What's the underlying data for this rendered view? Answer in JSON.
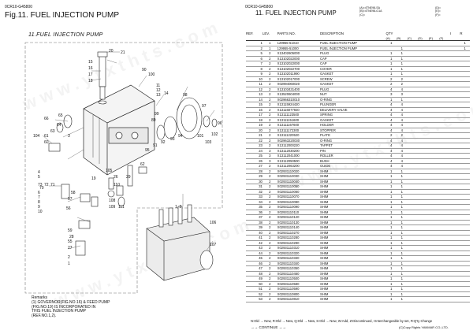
{
  "header": {
    "doc_no_left": "0CR10-G45800",
    "figure_title": "Fig.11.  FUEL INJECTION PUMP",
    "doc_no_right": "0CR10-G45800",
    "section_title": "11.  FUEL INJECTION PUMP",
    "variant_a": "(A)=4TNE98-SA",
    "variant_b": "(B)=4TNE98-G1A",
    "variant_c": "(C)=",
    "variant_d": "(D)=",
    "variant_e": "(E)=",
    "variant_f": "(F)="
  },
  "diagram": {
    "title": "11.FUEL INJECTION PUMP",
    "callouts": [
      "21",
      "20",
      "15",
      "16",
      "17",
      "18",
      "100",
      "90",
      "11",
      "12",
      "13",
      "14",
      "99",
      "89",
      "98",
      "97",
      "96",
      "65",
      "66",
      "64",
      "63",
      "61",
      "60",
      "104",
      "103",
      "102",
      "101",
      "94",
      "93",
      "92",
      "91",
      "95",
      "73",
      "72",
      "71",
      "70",
      "105",
      "108",
      "109",
      "110",
      "111",
      "62",
      "58",
      "57",
      "56",
      "59",
      "28",
      "55",
      "27",
      "2",
      "1",
      "1, 2",
      "106",
      "107",
      "19",
      "4",
      "5",
      "6",
      "7",
      "8",
      "9",
      "10",
      "3",
      "26",
      "29"
    ],
    "remarks": [
      "Remarks",
      "(1) GOVERNOR(FIG.NO.16) & FEED PUMP",
      "(FIG.NO.19) IS INCORPORATED IN",
      "THIS FUEL INJECTION PUMP",
      "(REF.NO.1,2)."
    ]
  },
  "table": {
    "headers": {
      "ref": "REF.",
      "lev": "LEV.",
      "parts": "PARTS NO.",
      "desc": "DESCRIPTION",
      "qty": "QTY",
      "i": "I",
      "r": "R"
    },
    "qty_cols": [
      "(A)",
      "(B)",
      "(C)",
      "(D)",
      "(E)",
      "(F)"
    ],
    "rows": [
      {
        "ref": "1",
        "lev": "1",
        "part": "129955-51010",
        "desc": "FUEL INJECTION PUMP",
        "a": "1",
        "b": "",
        "r": "1"
      },
      {
        "ref": "2",
        "lev": "1",
        "part": "129955-51000",
        "desc": "FUEL INJECTION PUMP",
        "a": "",
        "b": "1",
        "r": "1"
      },
      {
        "ref": "5",
        "lev": "2",
        "part": "X13402605000",
        "desc": "PLUG",
        "a": "1",
        "b": "1",
        "r": ""
      },
      {
        "ref": "6",
        "lev": "2",
        "part": "X13102022000",
        "desc": "CAP",
        "a": "1",
        "b": "1",
        "r": ""
      },
      {
        "ref": "7",
        "lev": "2",
        "part": "X13102022000",
        "desc": "CAP",
        "a": "1",
        "b": "1",
        "r": ""
      },
      {
        "ref": "8",
        "lev": "2",
        "part": "X13102022700",
        "desc": "COVER",
        "a": "1",
        "b": "1",
        "r": ""
      },
      {
        "ref": "9",
        "lev": "2",
        "part": "X13102011990",
        "desc": "GASKET",
        "a": "1",
        "b": "1",
        "r": ""
      },
      {
        "ref": "10",
        "lev": "2",
        "part": "X13102017000",
        "desc": "SCREW",
        "a": "2",
        "b": "2",
        "r": ""
      },
      {
        "ref": "11",
        "lev": "2",
        "part": "X02994060020",
        "desc": "GASKET",
        "a": "2",
        "b": "2",
        "r": ""
      },
      {
        "ref": "12",
        "lev": "2",
        "part": "X13103431400",
        "desc": "PLUG",
        "a": "4",
        "b": "4",
        "r": ""
      },
      {
        "ref": "13",
        "lev": "2",
        "part": "X13520604000",
        "desc": "NUT",
        "a": "3",
        "b": "3",
        "r": ""
      },
      {
        "ref": "14",
        "lev": "2",
        "part": "X02966310010",
        "desc": "O-RING",
        "a": "1",
        "b": "1",
        "r": ""
      },
      {
        "ref": "15",
        "lev": "2",
        "part": "X13115924420",
        "desc": "PLUNGER",
        "a": "4",
        "b": "4",
        "r": ""
      },
      {
        "ref": "16",
        "lev": "2",
        "part": "X13116077920",
        "desc": "DELIVERY VALVE",
        "a": "4",
        "b": "4",
        "r": ""
      },
      {
        "ref": "17",
        "lev": "2",
        "part": "X13111123500",
        "desc": "SPRING",
        "a": "4",
        "b": "4",
        "r": ""
      },
      {
        "ref": "18",
        "lev": "2",
        "part": "X13111151600",
        "desc": "GASKET",
        "a": "4",
        "b": "4",
        "r": ""
      },
      {
        "ref": "19",
        "lev": "2",
        "part": "X13111167600",
        "desc": "HOLDER",
        "a": "4",
        "b": "4",
        "r": ""
      },
      {
        "ref": "20",
        "lev": "2",
        "part": "X13111172300",
        "desc": "STOPPER",
        "a": "4",
        "b": "4",
        "r": ""
      },
      {
        "ref": "21",
        "lev": "2",
        "part": "X13111220520",
        "desc": "PLATE",
        "a": "2",
        "b": "2",
        "r": ""
      },
      {
        "ref": "22",
        "lev": "2",
        "part": "X02963220030",
        "desc": "O-RING",
        "a": "4",
        "b": "4",
        "r": ""
      },
      {
        "ref": "23",
        "lev": "2",
        "part": "X13112000220",
        "desc": "TAPPET",
        "a": "4",
        "b": "4",
        "r": ""
      },
      {
        "ref": "24",
        "lev": "3",
        "part": "X13112030200",
        "desc": "PIN",
        "a": "4",
        "b": "4",
        "r": ""
      },
      {
        "ref": "25",
        "lev": "3",
        "part": "X13112041000",
        "desc": "ROLLER",
        "a": "4",
        "b": "4",
        "r": ""
      },
      {
        "ref": "26",
        "lev": "3",
        "part": "X13112050500",
        "desc": "BUSH",
        "a": "4",
        "b": "4",
        "r": ""
      },
      {
        "ref": "27",
        "lev": "2",
        "part": "X13112063200",
        "desc": "GUIDE",
        "a": "4",
        "b": "4",
        "r": ""
      },
      {
        "ref": "28",
        "lev": "2",
        "part": "X02931110020",
        "desc": "SHIM",
        "a": "1",
        "b": "1",
        "r": ""
      },
      {
        "ref": "29",
        "lev": "2",
        "part": "X02931110030",
        "desc": "SHIM",
        "a": "1",
        "b": "1",
        "r": ""
      },
      {
        "ref": "30",
        "lev": "2",
        "part": "X02931110040",
        "desc": "SHIM",
        "a": "1",
        "b": "1",
        "r": ""
      },
      {
        "ref": "31",
        "lev": "2",
        "part": "X02931110050",
        "desc": "SHIM",
        "a": "1",
        "b": "1",
        "r": ""
      },
      {
        "ref": "32",
        "lev": "2",
        "part": "X02931110060",
        "desc": "SHIM",
        "a": "1",
        "b": "1",
        "r": ""
      },
      {
        "ref": "33",
        "lev": "2",
        "part": "X02931110070",
        "desc": "SHIM",
        "a": "1",
        "b": "1",
        "r": ""
      },
      {
        "ref": "34",
        "lev": "2",
        "part": "X02931110080",
        "desc": "SHIM",
        "a": "1",
        "b": "1",
        "r": ""
      },
      {
        "ref": "35",
        "lev": "2",
        "part": "X02931110090",
        "desc": "SHIM",
        "a": "1",
        "b": "1",
        "r": ""
      },
      {
        "ref": "36",
        "lev": "2",
        "part": "X02931110110",
        "desc": "SHIM",
        "a": "1",
        "b": "1",
        "r": ""
      },
      {
        "ref": "37",
        "lev": "2",
        "part": "X02931110120",
        "desc": "SHIM",
        "a": "1",
        "b": "1",
        "r": ""
      },
      {
        "ref": "38",
        "lev": "2",
        "part": "X02931110130",
        "desc": "SHIM",
        "a": "1",
        "b": "1",
        "r": ""
      },
      {
        "ref": "39",
        "lev": "2",
        "part": "X02931110140",
        "desc": "SHIM",
        "a": "1",
        "b": "1",
        "r": ""
      },
      {
        "ref": "40",
        "lev": "2",
        "part": "X02931110270",
        "desc": "SHIM",
        "a": "1",
        "b": "1",
        "r": ""
      },
      {
        "ref": "41",
        "lev": "2",
        "part": "X02931110280",
        "desc": "SHIM",
        "a": "1",
        "b": "1",
        "r": ""
      },
      {
        "ref": "42",
        "lev": "2",
        "part": "X02931110290",
        "desc": "SHIM",
        "a": "1",
        "b": "1",
        "r": ""
      },
      {
        "ref": "43",
        "lev": "2",
        "part": "X02931110310",
        "desc": "SHIM",
        "a": "1",
        "b": "1",
        "r": ""
      },
      {
        "ref": "44",
        "lev": "2",
        "part": "X02931110320",
        "desc": "SHIM",
        "a": "1",
        "b": "1",
        "r": ""
      },
      {
        "ref": "45",
        "lev": "2",
        "part": "X02931110330",
        "desc": "SHIM",
        "a": "1",
        "b": "1",
        "r": ""
      },
      {
        "ref": "46",
        "lev": "2",
        "part": "X02931110340",
        "desc": "SHIM",
        "a": "1",
        "b": "1",
        "r": ""
      },
      {
        "ref": "47",
        "lev": "2",
        "part": "X02931110350",
        "desc": "SHIM",
        "a": "1",
        "b": "1",
        "r": ""
      },
      {
        "ref": "48",
        "lev": "2",
        "part": "X02931110460",
        "desc": "SHIM",
        "a": "1",
        "b": "1",
        "r": ""
      },
      {
        "ref": "49",
        "lev": "2",
        "part": "X02931110500",
        "desc": "SHIM",
        "a": "1",
        "b": "1",
        "r": ""
      },
      {
        "ref": "50",
        "lev": "2",
        "part": "X02931110580",
        "desc": "SHIM",
        "a": "1",
        "b": "1",
        "r": ""
      },
      {
        "ref": "51",
        "lev": "2",
        "part": "X02931110590",
        "desc": "SHIM",
        "a": "1",
        "b": "1",
        "r": ""
      },
      {
        "ref": "52",
        "lev": "2",
        "part": "X02931110800",
        "desc": "SHIM",
        "a": "1",
        "b": "1",
        "r": ""
      },
      {
        "ref": "53",
        "lev": "2",
        "part": "X02931110810",
        "desc": "SHIM",
        "a": "1",
        "b": "1",
        "r": ""
      }
    ]
  },
  "footer": {
    "legend": "N:Old → New, R:Old → New, Q:Old → New, S:Old → New, W:Add, Z:Discontinued, I:Interchangeable by set, R:Q'ty Change",
    "continue": "→→ CONTINUE →→",
    "copyright": "(C)Copy Rights YANMAR CO.,LTD."
  },
  "watermark": "www.ytxthts.com"
}
